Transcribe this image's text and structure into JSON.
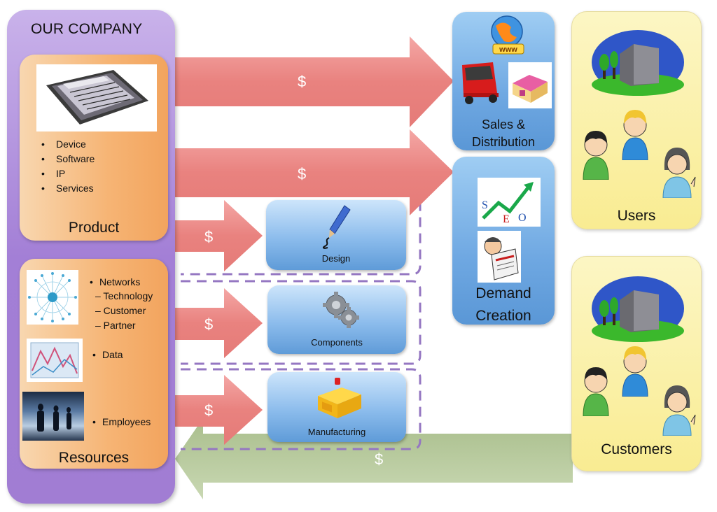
{
  "company": {
    "title": "OUR COMPANY"
  },
  "product": {
    "label": "Product",
    "bullets": [
      "Device",
      "Software",
      "IP",
      "Services"
    ]
  },
  "resources": {
    "label": "Resources",
    "networks": {
      "title": "Networks",
      "sub": [
        "– Technology",
        "– Customer",
        "– Partner"
      ]
    },
    "data": "Data",
    "employees": "Employees"
  },
  "sales": {
    "label_line1": "Sales &",
    "label_line2": "Distribution"
  },
  "demand": {
    "label_line1": "Demand",
    "label_line2": "Creation"
  },
  "processes": {
    "design": "Design",
    "components": "Components",
    "manufacturing": "Manufacturing"
  },
  "users": {
    "label": "Users"
  },
  "customers": {
    "label": "Customers"
  },
  "flows": {
    "currency_symbol": "$"
  },
  "colors": {
    "company_purple": "#a37fd6",
    "orange_panel": "#f6b474",
    "blue_box": "#6fa8e2",
    "yellow_box": "#f9ec92",
    "red_arrow": "#e8807d",
    "green_arrow": "#b5c89a",
    "dashed_border": "#9577c2"
  },
  "icons": [
    "tablet-icon",
    "network-icon",
    "chart-icon",
    "employees-photo-icon",
    "globe-www-icon",
    "truck-icon",
    "store-icon",
    "seo-icon",
    "newspaper-man-icon",
    "pen-icon",
    "gears-icon",
    "factory-icon",
    "building-icon",
    "person-icon"
  ]
}
